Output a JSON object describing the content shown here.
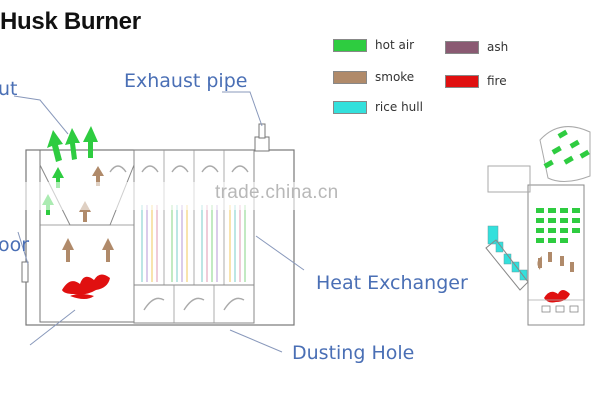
{
  "title": "Husk Burner",
  "legend": [
    {
      "label": "hot air",
      "color": "#2ecc40"
    },
    {
      "label": "smoke",
      "color": "#b08a6a"
    },
    {
      "label": "rice hull",
      "color": "#33e0dc"
    },
    {
      "label": "ash",
      "color": "#8a5a72"
    },
    {
      "label": "fire",
      "color": "#e01010"
    }
  ],
  "callouts": {
    "outlet_partial": "ut",
    "exhaust_pipe": "Exhaust pipe",
    "door_partial": "oor",
    "heat_exchanger": "Heat Exchanger",
    "dusting_hole": "Dusting Hole"
  },
  "watermark": "trade.china.cn",
  "icons": {
    "hot_air": "up-arrow-icon",
    "smoke": "upward-arrow-icon",
    "fire": "flame-icon",
    "dust": "swirl-icon"
  }
}
